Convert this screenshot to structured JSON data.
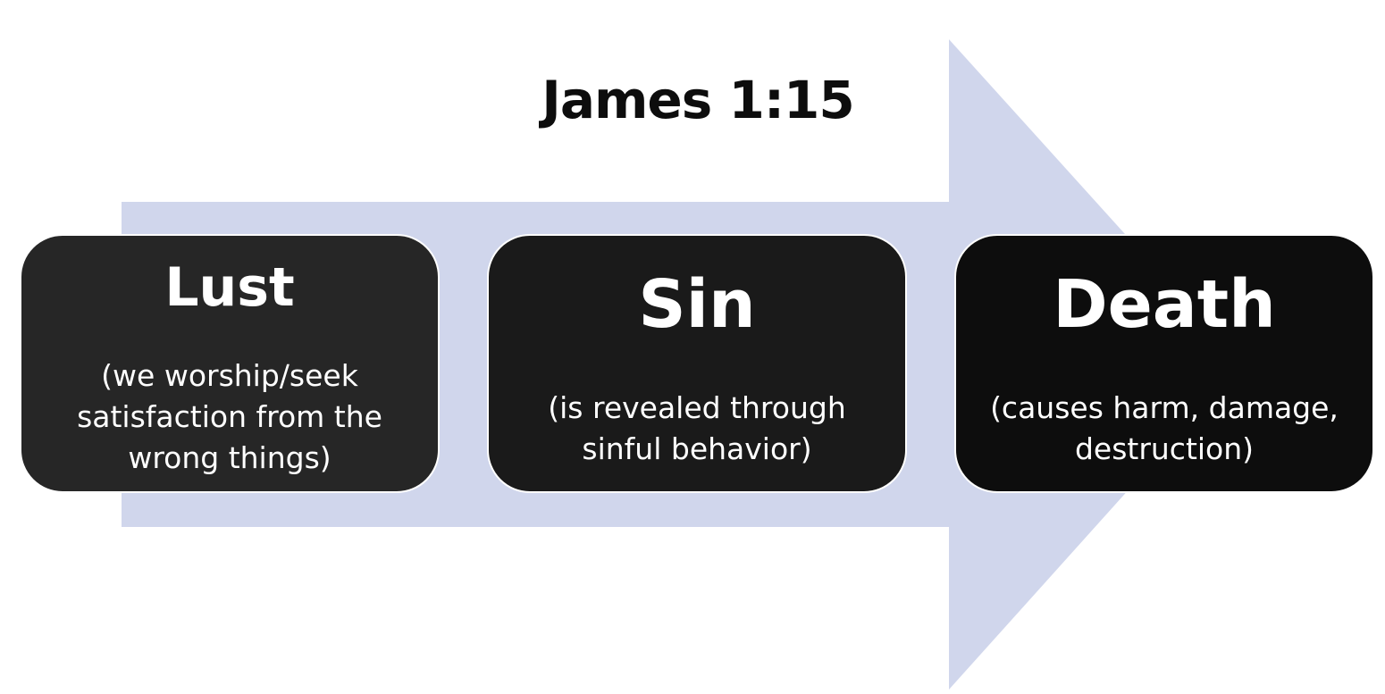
{
  "title": "James 1:15",
  "colors": {
    "arrow": "#d0d6ec",
    "background": "#ffffff",
    "lust_box": "#262626",
    "sin_box": "#1a1a1a",
    "death_box": "#0d0d0d",
    "box_text": "#ffffff",
    "title_text": "#0d0d0d"
  },
  "steps": [
    {
      "heading": "Lust",
      "description": "(we worship/seek\nsatisfaction from the\nwrong things)"
    },
    {
      "heading": "Sin",
      "description": "(is revealed through\nsinful behavior)"
    },
    {
      "heading": "Death",
      "description": "(causes harm, damage,\ndestruction)"
    }
  ]
}
